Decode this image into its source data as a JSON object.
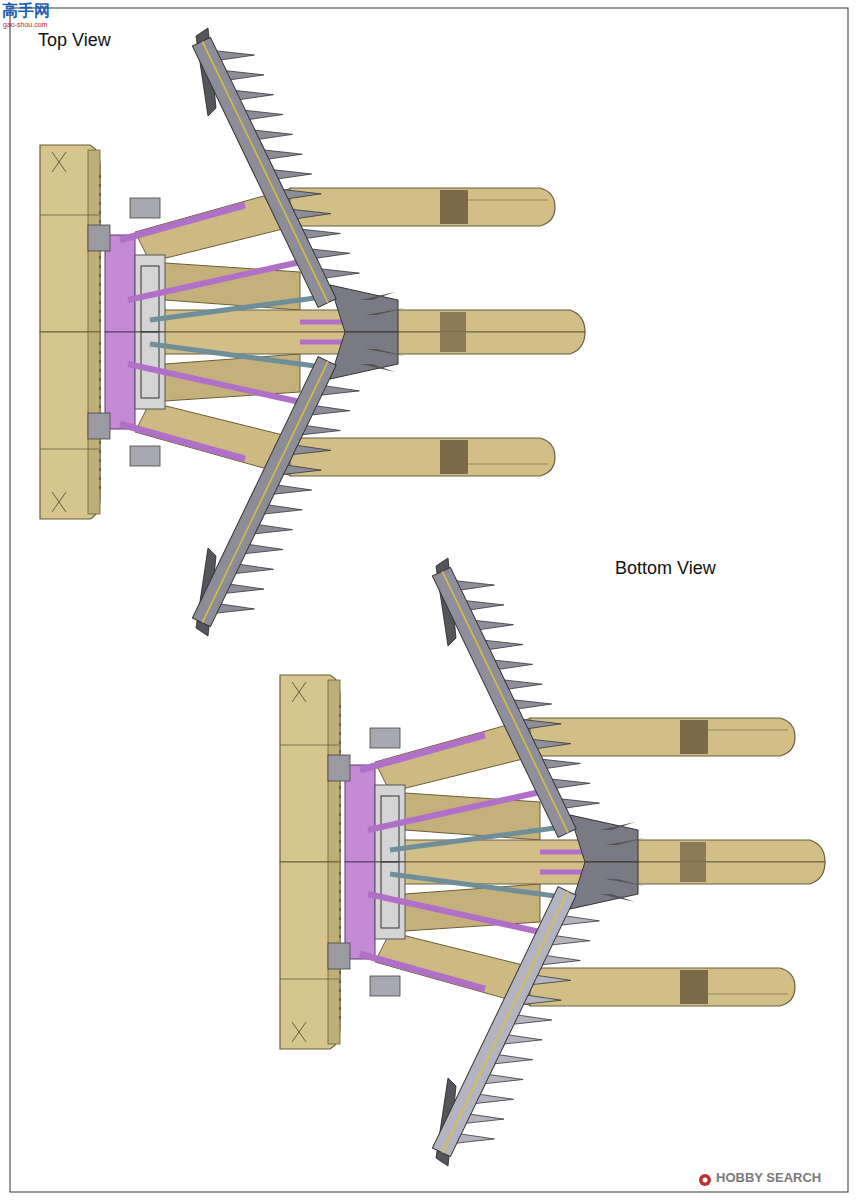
{
  "diagram": {
    "labels": [
      "高手网",
      "gao-shou.com",
      "Top View",
      "Bottom View",
      "HOBBY SEARCH"
    ]
  }
}
